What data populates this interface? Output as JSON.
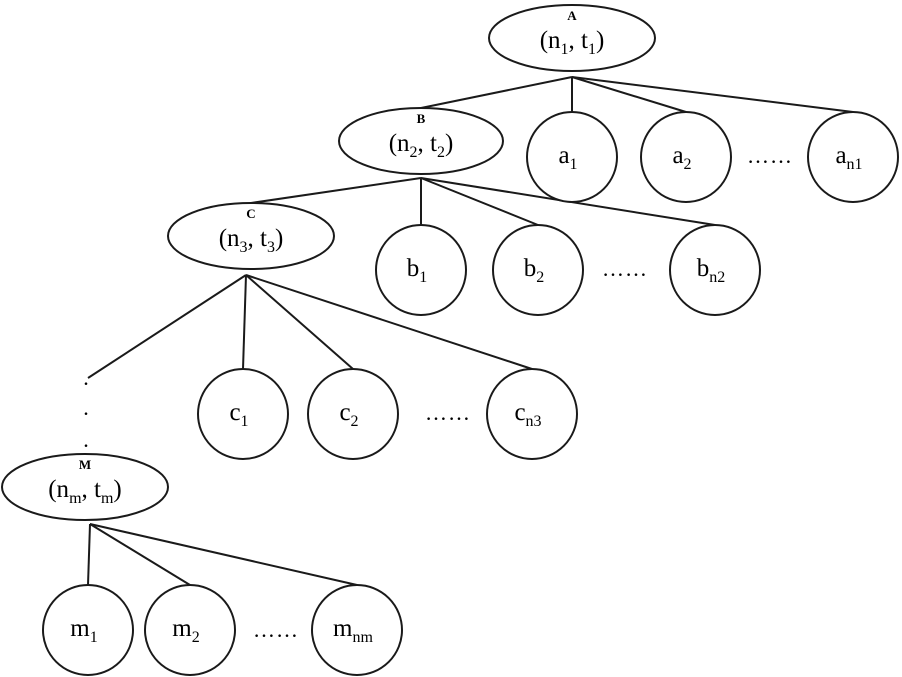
{
  "colors": {
    "stroke": "#1a1a1a",
    "fill": "#ffffff",
    "text": "#000000"
  },
  "parents": [
    {
      "id": "A",
      "name": "A",
      "n": "n",
      "n_sub": "1",
      "t": "t",
      "t_sub": "1"
    },
    {
      "id": "B",
      "name": "B",
      "n": "n",
      "n_sub": "2",
      "t": "t",
      "t_sub": "2"
    },
    {
      "id": "C",
      "name": "C",
      "n": "n",
      "n_sub": "3",
      "t": "t",
      "t_sub": "3"
    },
    {
      "id": "M",
      "name": "M",
      "n": "n",
      "n_sub": "m",
      "t": "t",
      "t_sub": "m"
    }
  ],
  "children": {
    "A": [
      {
        "base": "a",
        "sub": "1"
      },
      {
        "base": "a",
        "sub": "2"
      },
      {
        "base": "a",
        "sub": "n1"
      }
    ],
    "B": [
      {
        "base": "b",
        "sub": "1"
      },
      {
        "base": "b",
        "sub": "2"
      },
      {
        "base": "b",
        "sub": "n2"
      }
    ],
    "C": [
      {
        "base": "c",
        "sub": "1"
      },
      {
        "base": "c",
        "sub": "2"
      },
      {
        "base": "c",
        "sub": "n3"
      }
    ],
    "M": [
      {
        "base": "m",
        "sub": "1"
      },
      {
        "base": "m",
        "sub": "2"
      },
      {
        "base": "m",
        "sub": "nm"
      }
    ]
  },
  "ellipsis": "……",
  "vertical_dot": "."
}
